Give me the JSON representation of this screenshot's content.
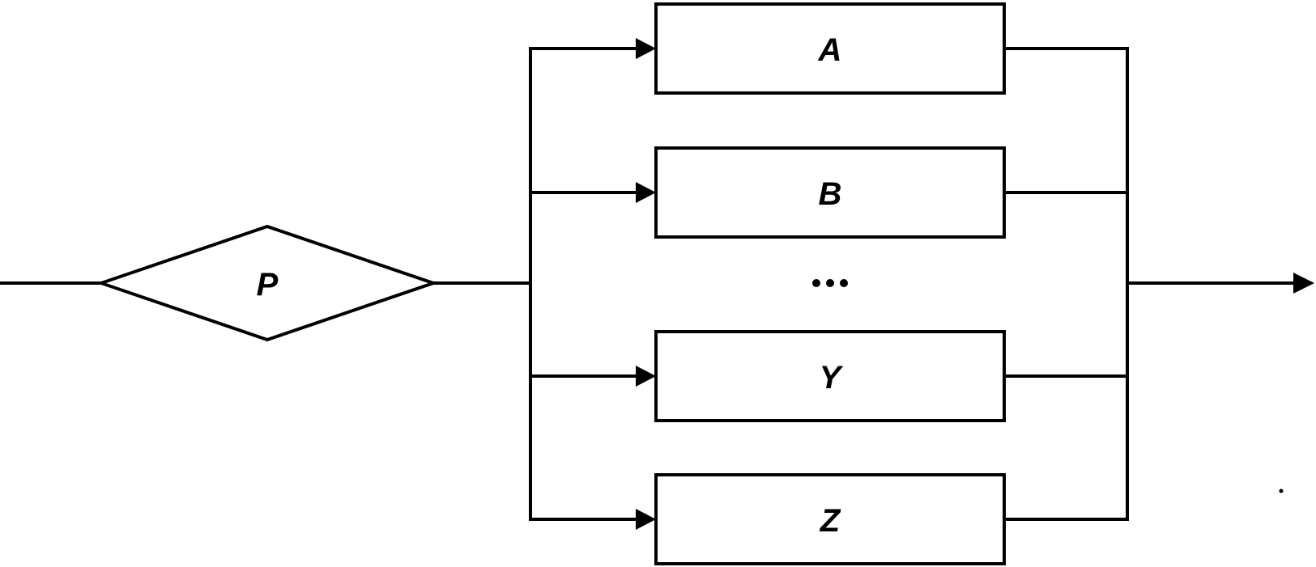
{
  "decision": {
    "label": "P"
  },
  "processes": [
    {
      "id": "a",
      "label": "A"
    },
    {
      "id": "b",
      "label": "B"
    },
    {
      "id": "y",
      "label": "Y"
    },
    {
      "id": "z",
      "label": "Z"
    }
  ],
  "colors": {
    "stroke": "#000000",
    "background": "#ffffff"
  }
}
